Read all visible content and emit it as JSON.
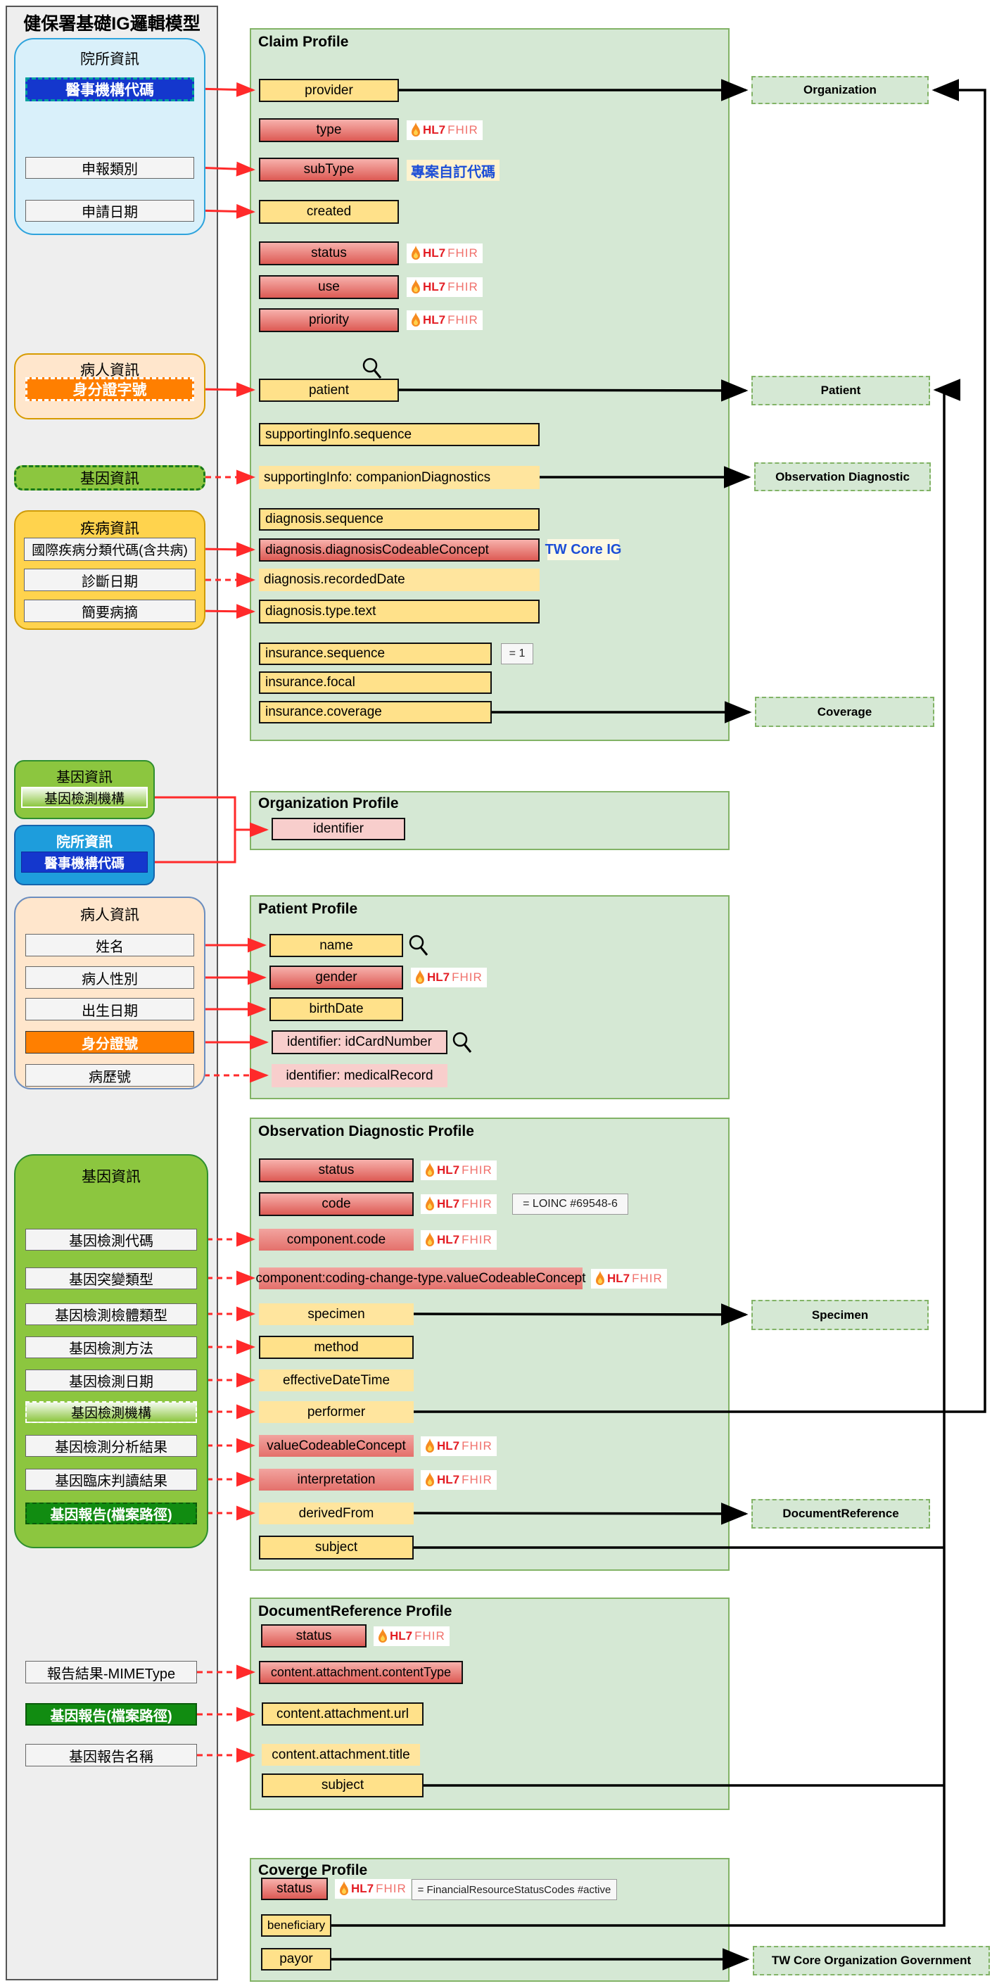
{
  "app": {
    "title": "健保署基礎IG邏輯模型"
  },
  "sidebar": {
    "g1": {
      "title": "院所資訊",
      "org_code": "醫事機構代碼",
      "claim_type": "申報類別",
      "apply_date": "申請日期"
    },
    "g2": {
      "title": "病人資訊",
      "id_card": "身分證字號"
    },
    "g3": {
      "label": "基因資訊"
    },
    "g4": {
      "title": "疾病資訊",
      "icd": "國際疾病分類代碼(含共病)",
      "diag_date": "診斷日期",
      "summary": "簡要病摘"
    },
    "g5": {
      "title": "基因資訊",
      "gene_org": "基因檢測機構"
    },
    "g6": {
      "title": "院所資訊",
      "org_code": "醫事機構代碼"
    },
    "g7": {
      "title": "病人資訊",
      "name": "姓名",
      "gender": "病人性別",
      "birth": "出生日期",
      "id_card": "身分證號",
      "mrn": "病歷號"
    },
    "g8": {
      "title": "基因資訊",
      "code": "基因檢測代碼",
      "mutation": "基因突變類型",
      "specimen_type": "基因檢測檢體類型",
      "method": "基因檢測方法",
      "date": "基因檢測日期",
      "org": "基因檢測機構",
      "analysis": "基因檢測分析結果",
      "clinical": "基因臨床判讀結果",
      "report": "基因報告(檔案路徑)"
    },
    "mime": "報告結果-MIMEType",
    "report_path": "基因報告(檔案路徑)",
    "report_name": "基因報告名稱"
  },
  "claim": {
    "title": "Claim Profile",
    "provider": "provider",
    "type": "type",
    "subtype": "subType",
    "created": "created",
    "status": "status",
    "use": "use",
    "priority": "priority",
    "patient": "patient",
    "sup_seq": "supportingInfo.sequence",
    "sup_companion": "supportingInfo: companionDiagnostics",
    "diag_seq": "diagnosis.sequence",
    "diag_code": "diagnosis.diagnosisCodeableConcept",
    "diag_date": "diagnosis.recordedDate",
    "diag_type": "diagnosis.type.text",
    "ins_seq": "insurance.sequence",
    "ins_focal": "insurance.focal",
    "ins_cov": "insurance.coverage"
  },
  "org_profile": {
    "title": "Organization Profile",
    "identifier": "identifier"
  },
  "patient_profile": {
    "title": "Patient Profile",
    "name": "name",
    "gender": "gender",
    "birthdate": "birthDate",
    "id_card": "identifier: idCardNumber",
    "medical_record": "identifier: medicalRecord"
  },
  "obs": {
    "title": "Observation Diagnostic Profile",
    "status": "status",
    "code": "code",
    "component_code": "component.code",
    "coding_change": "component:coding-change-type.valueCodeableConcept",
    "specimen": "specimen",
    "method": "method",
    "effective": "effectiveDateTime",
    "performer": "performer",
    "value_cc": "valueCodeableConcept",
    "interpretation": "interpretation",
    "derived_from": "derivedFrom",
    "subject": "subject"
  },
  "docref": {
    "title": "DocumentReference Profile",
    "status": "status",
    "content_type": "content.attachment.contentType",
    "url": "content.attachment.url",
    "att_title": "content.attachment.title",
    "subject": "subject"
  },
  "coverage": {
    "title": "Coverge Profile",
    "status": "status",
    "beneficiary": "beneficiary",
    "payor": "payor"
  },
  "notes": {
    "custom_code": "專案自訂代碼",
    "tw_core": "TW Core IG",
    "eq1": "= 1",
    "loinc": "= LOINC #69548-6",
    "financial": "= FinancialResourceStatusCodes #active"
  },
  "badge": {
    "hl7": "HL7",
    "fhir": "FHIR"
  },
  "resources": {
    "organization": "Organization",
    "patient": "Patient",
    "observation": "Observation Diagnostic",
    "coverage": "Coverage",
    "specimen": "Specimen",
    "docref": "DocumentReference",
    "tw_core_org": "TW Core Organization Government"
  },
  "colors": {
    "panel_fill": "#d5e8d4",
    "panel_border": "#82b366",
    "arrow_red": "#ff2a2a",
    "line_black": "#000000",
    "field_yellow": "#ffe18a",
    "field_red": "#e4706b",
    "field_pink": "#f8cecc",
    "blue_item": "#1437cd",
    "teal_dash": "#00a0a0",
    "orange_item": "#ff7f00",
    "green_group": "#8cc63f",
    "dark_green": "#118c11",
    "blue_group": "#1e9ddc",
    "lightblue_group": "#d9f0fa",
    "disease_yellow": "#ffd34d",
    "peach_group": "#ffe6cc"
  }
}
